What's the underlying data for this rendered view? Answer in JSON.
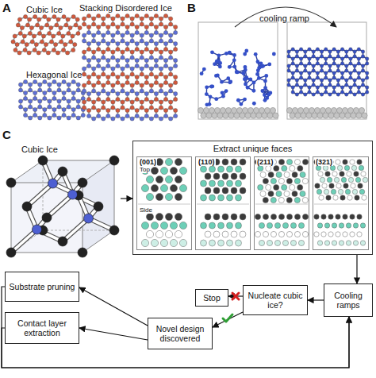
{
  "diagram": {
    "nodes": [
      {
        "text": [
          "Cubic Ice"
        ]
      },
      {
        "text": [
          "Extract unique faces"
        ]
      },
      {
        "text": [
          "(001)",
          "Top",
          "Side"
        ],
        "in": 1
      },
      {
        "text": [
          "(110)"
        ],
        "in": 1
      },
      {
        "text": [
          "(211)"
        ],
        "in": 1
      },
      {
        "text": [
          "(321)"
        ],
        "in": 1
      },
      {
        "text": [
          "Cooling ramps"
        ]
      },
      {
        "text": [
          "Nucleate cubic ice?"
        ]
      },
      {
        "text": [
          "Stop"
        ]
      },
      {
        "text": [
          "Novel design discovered"
        ]
      },
      {
        "text": [
          "Substrate pruning"
        ]
      },
      {
        "text": [
          "Contact layer extraction"
        ]
      }
    ],
    "edges": [
      {
        "from": 0,
        "to": 1,
        "arrow": "to"
      },
      {
        "from": 1,
        "to": 6,
        "arrow": "to"
      },
      {
        "from": 6,
        "to": 7,
        "arrow": "to"
      },
      {
        "from": 7,
        "to": 8,
        "arrow": "to"
      },
      {
        "from": 7,
        "to": 9,
        "arrow": "to"
      },
      {
        "from": 9,
        "to": 10,
        "arrow": "to"
      },
      {
        "from": 9,
        "to": 11,
        "arrow": "to"
      },
      {
        "from": 10,
        "to": 6,
        "arrow": "to"
      },
      {
        "from": 11,
        "to": 6,
        "arrow": "to"
      }
    ],
    "labels": [
      "A",
      "Cubic Ice",
      "Hexagonal Ice",
      "Stacking Disordered Ice",
      "B",
      "cooling ramp",
      "C"
    ]
  }
}
